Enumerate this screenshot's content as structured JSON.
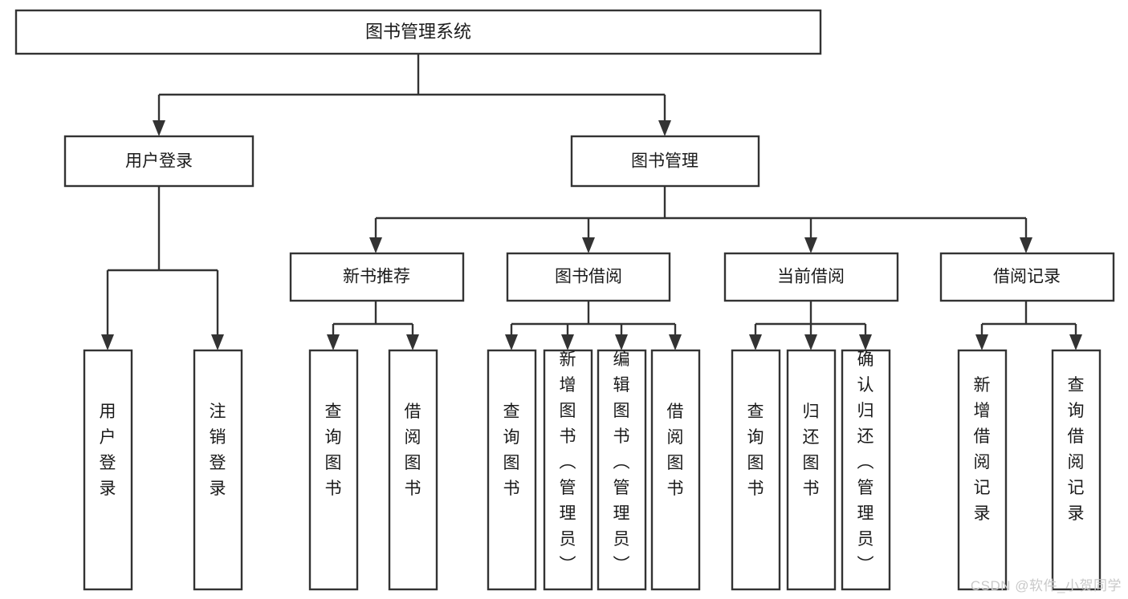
{
  "diagram": {
    "title": "图书管理系统",
    "type": "tree-diagram",
    "watermark": "CSDN @软件_小贺同学",
    "colors": {
      "background": "#ffffff",
      "box_stroke": "#333333",
      "box_fill": "#ffffff",
      "text": "#1a1a1a",
      "connector": "#333333",
      "watermark": "#c9c9c9"
    },
    "root": {
      "label": "图书管理系统"
    },
    "level2": [
      {
        "label": "用户登录"
      },
      {
        "label": "图书管理"
      }
    ],
    "level3": [
      {
        "label": "新书推荐"
      },
      {
        "label": "图书借阅"
      },
      {
        "label": "当前借阅"
      },
      {
        "label": "借阅记录"
      }
    ],
    "leaves": {
      "user_login": [
        {
          "label": "用户登录"
        },
        {
          "label": "注销登录"
        }
      ],
      "new_book_recommend": [
        {
          "label": "查询图书"
        },
        {
          "label": "借阅图书"
        }
      ],
      "book_borrow": [
        {
          "label": "查询图书"
        },
        {
          "label": "新增图书（管理员）"
        },
        {
          "label": "编辑图书（管理员）"
        },
        {
          "label": "借阅图书"
        }
      ],
      "current_borrow": [
        {
          "label": "查询图书"
        },
        {
          "label": "归还图书"
        },
        {
          "label": "确认归还（管理员）"
        }
      ],
      "borrow_record": [
        {
          "label": "新增借阅记录"
        },
        {
          "label": "查询借阅记录"
        }
      ]
    }
  }
}
